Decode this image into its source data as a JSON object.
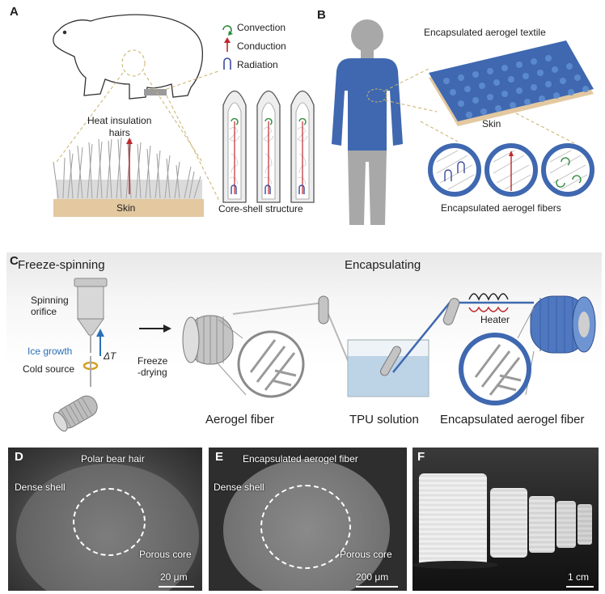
{
  "panel_a": {
    "label": "A",
    "heat_insulation_hairs": "Heat insulation\nhairs",
    "skin": "Skin",
    "core_shell_structure": "Core-shell structure",
    "legend": {
      "convection": "Convection",
      "conduction": "Conduction",
      "radiation": "Radiation"
    }
  },
  "panel_b": {
    "label": "B",
    "textile_title": "Encapsulated aerogel textile",
    "skin": "Skin",
    "fibers_caption": "Encapsulated aerogel fibers"
  },
  "panel_c": {
    "label": "C",
    "freeze_spinning": "Freeze-spinning",
    "encapsulating": "Encapsulating",
    "spinning_orifice": "Spinning\norifice",
    "ice_growth": "Ice growth",
    "delta_t": "ΔT",
    "cold_source": "Cold source",
    "freeze_drying": "Freeze\n-drying",
    "heater": "Heater",
    "aerogel_fiber": "Aerogel fiber",
    "tpu_solution": "TPU solution",
    "encapsulated_aerogel_fiber": "Encapsulated aerogel fiber"
  },
  "panel_d": {
    "label": "D",
    "title": "Polar bear hair",
    "dense_shell": "Dense shell",
    "porous_core": "Porous core",
    "scale": "20 μm"
  },
  "panel_e": {
    "label": "E",
    "title": "Encapsulated aerogel fiber",
    "dense_shell": "Dense shell",
    "porous_core": "Porous core",
    "scale": "200 μm"
  },
  "panel_f": {
    "label": "F",
    "scale": "1 cm"
  },
  "colors": {
    "conduction_red": "#c0282d",
    "convection_green": "#2e8b3e",
    "radiation_blue": "#3a4aa0",
    "textile_blue": "#3f68b0",
    "skin_tan": "#e3c8a0",
    "ice_growth_blue": "#2a70b8"
  }
}
